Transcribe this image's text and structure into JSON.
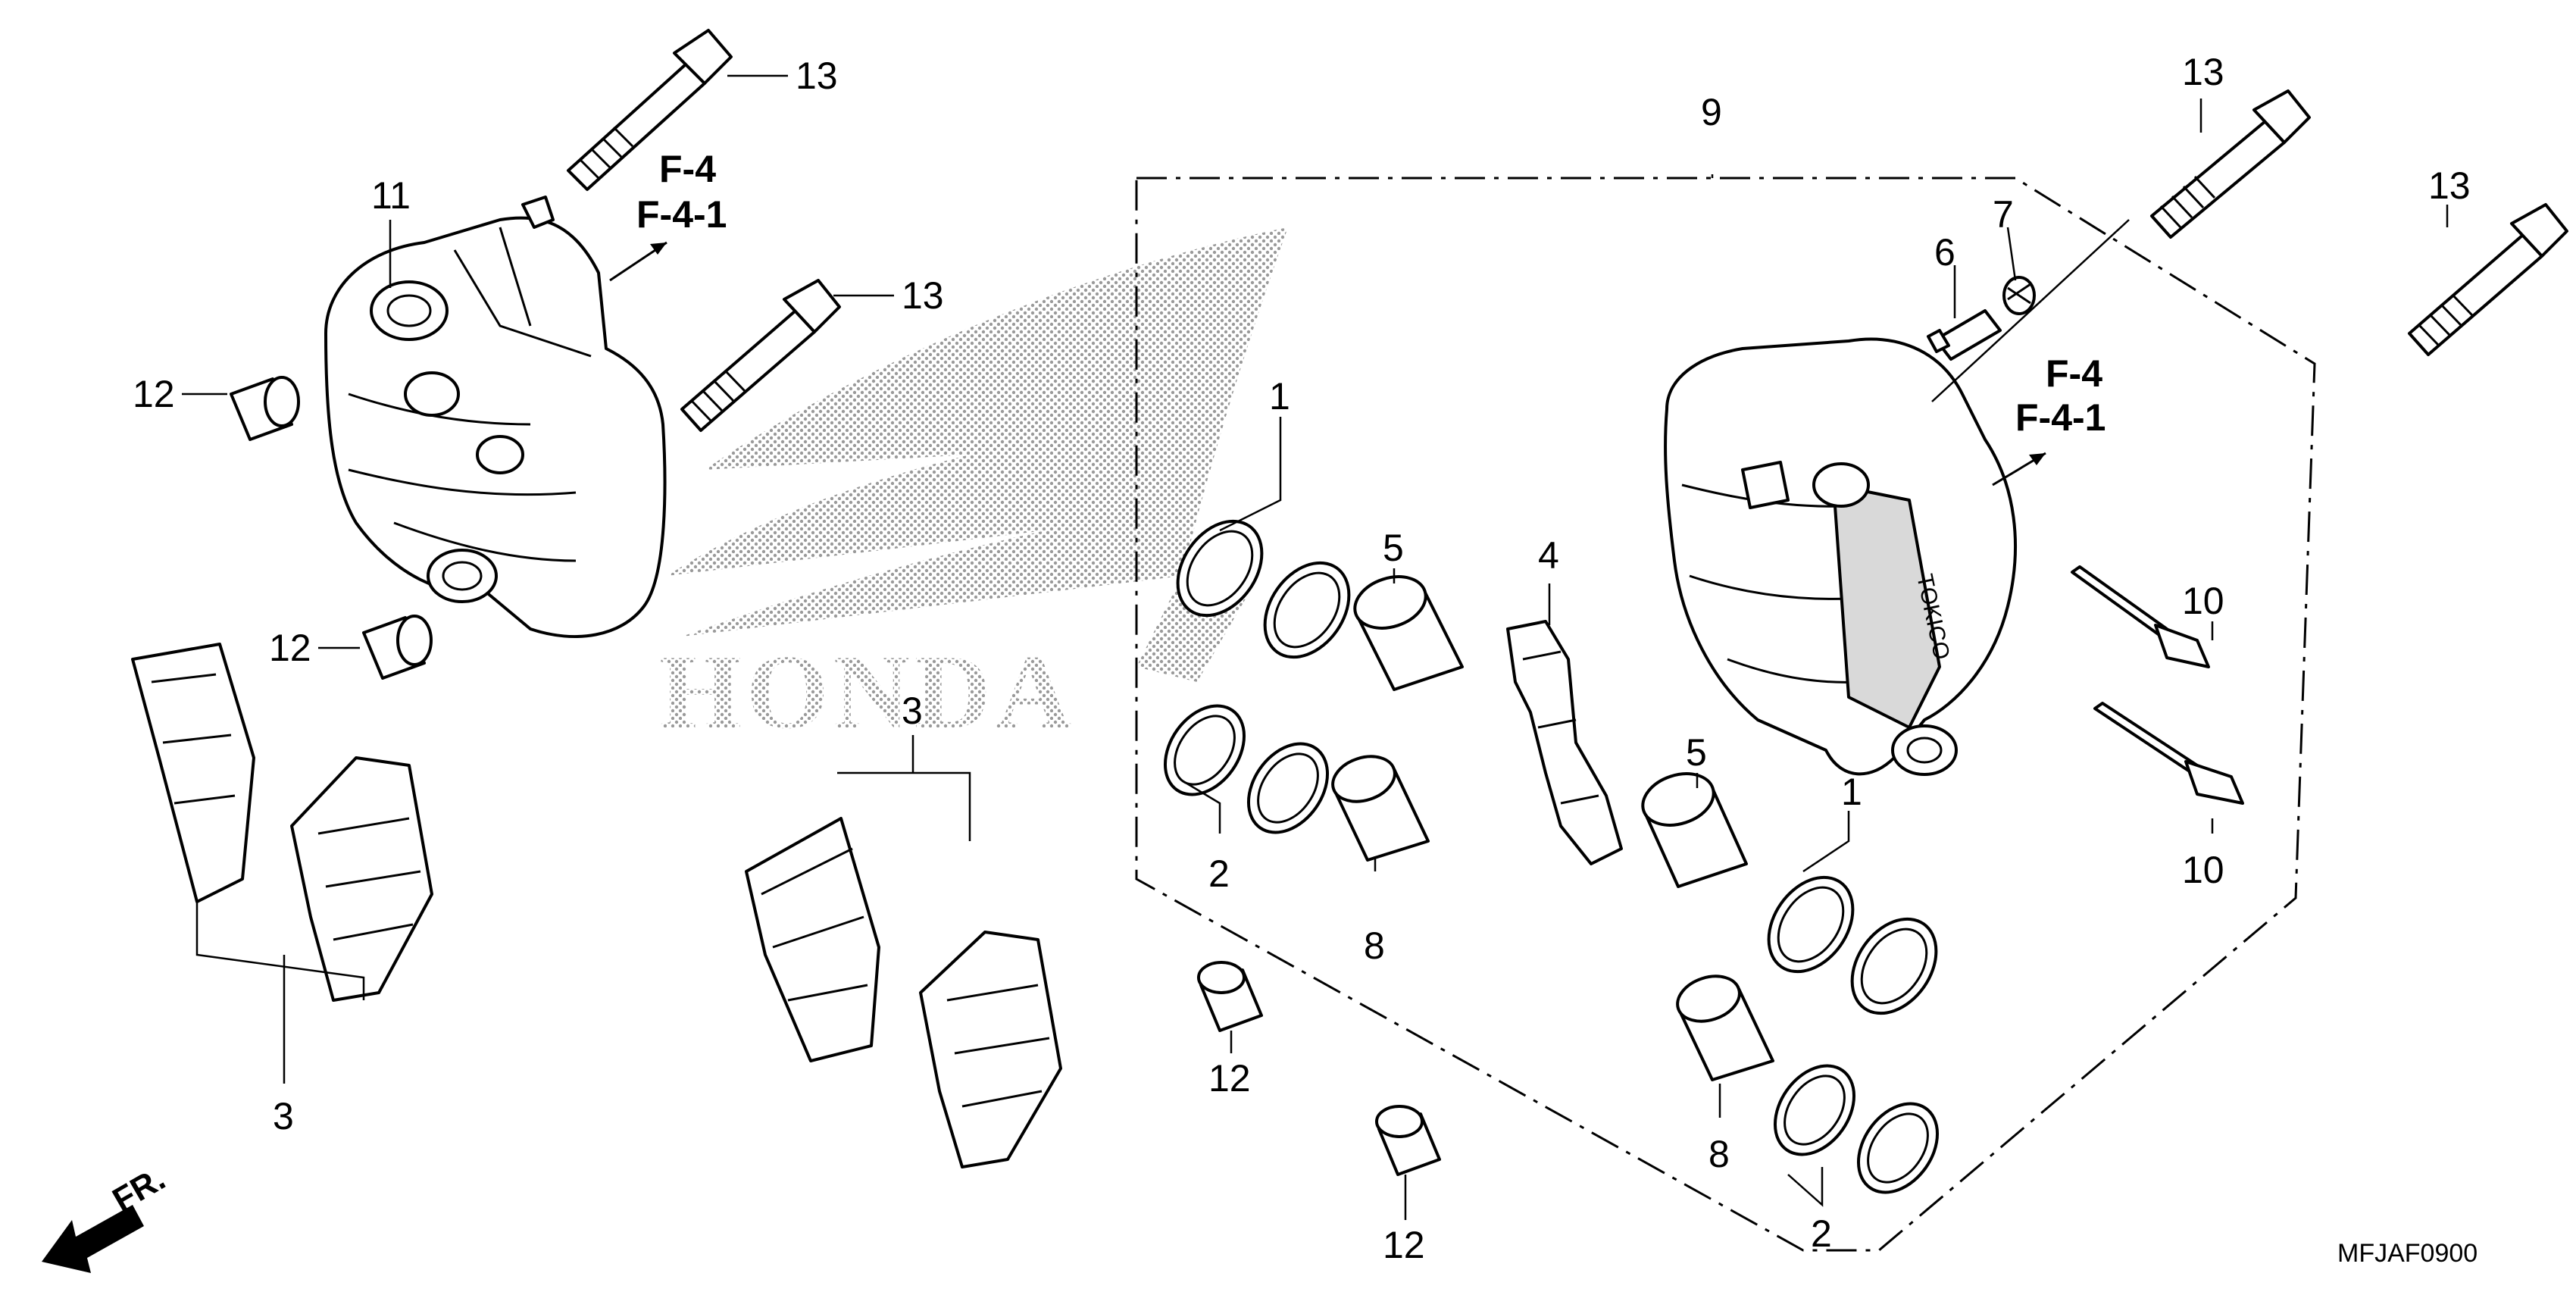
{
  "diagram_code": "MFJAF0900",
  "direction_marker": "FR.",
  "watermark_text": "HONDA",
  "cross_refs": {
    "line1": "F-4",
    "line2": "F-4-1"
  },
  "callouts": [
    "1",
    "2",
    "3",
    "4",
    "5",
    "6",
    "7",
    "8",
    "9",
    "10",
    "11",
    "12",
    "13"
  ],
  "icons": [
    "honda-wing-watermark-icon",
    "front-arrow-icon"
  ]
}
